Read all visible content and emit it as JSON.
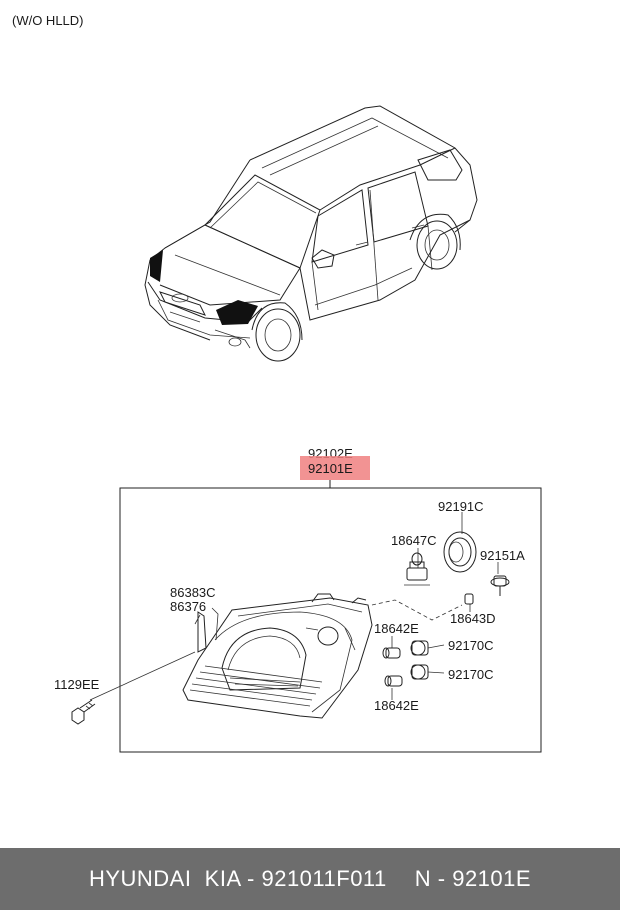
{
  "header": {
    "note": "(W/O HLLD)"
  },
  "labels": {
    "p92102E": "92102E",
    "p92101E": "92101E",
    "p92191C": "92191C",
    "p18647C": "18647C",
    "p92151A": "92151A",
    "p86383C": "86383C",
    "p86376": "86376",
    "p18643D": "18643D",
    "p18642E_top": "18642E",
    "p92170C_top": "92170C",
    "p92170C_bottom": "92170C",
    "p18642E_bottom": "18642E",
    "p1129EE": "1129EE"
  },
  "highlight": {
    "color": "#f08080"
  },
  "footer": {
    "brand": "HYUNDAI  KIA - 921011F011",
    "number": "N - 92101E"
  }
}
